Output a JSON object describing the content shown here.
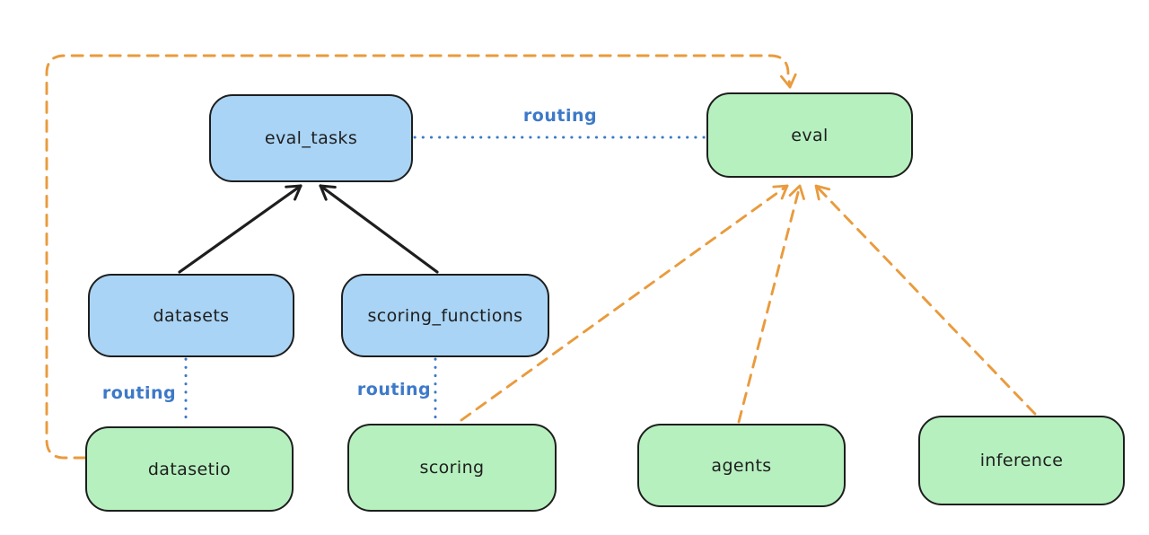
{
  "diagram": {
    "background": "#ffffff",
    "palette": {
      "box_stroke": "#1e1e1e",
      "blue_fill": "#a9d4f5",
      "green_fill": "#b6f0bf",
      "blue_edge": "#3d79c9",
      "orange_edge": "#e99b3d",
      "black_edge": "#1e1e1e"
    },
    "nodes": {
      "eval_tasks": {
        "label": "eval_tasks",
        "color": "blue"
      },
      "eval": {
        "label": "eval",
        "color": "green"
      },
      "datasets": {
        "label": "datasets",
        "color": "blue"
      },
      "scoring_functions": {
        "label": "scoring_functions",
        "color": "blue"
      },
      "datasetio": {
        "label": "datasetio",
        "color": "green"
      },
      "scoring": {
        "label": "scoring",
        "color": "green"
      },
      "agents": {
        "label": "agents",
        "color": "green"
      },
      "inference": {
        "label": "inference",
        "color": "green"
      }
    },
    "edge_labels": {
      "routing_eval_tasks_to_eval": "routing",
      "routing_datasets_to_datasetio": "routing",
      "routing_scoring_functions_to_scoring": "routing"
    },
    "edges": [
      {
        "from": "datasets",
        "to": "eval_tasks",
        "style": "solid",
        "color": "black",
        "arrowhead": "end"
      },
      {
        "from": "scoring_functions",
        "to": "eval_tasks",
        "style": "solid",
        "color": "black",
        "arrowhead": "end"
      },
      {
        "from": "eval_tasks",
        "to": "eval",
        "style": "dotted",
        "color": "blue",
        "label": "routing"
      },
      {
        "from": "datasets",
        "to": "datasetio",
        "style": "dotted",
        "color": "blue",
        "label": "routing"
      },
      {
        "from": "scoring_functions",
        "to": "scoring",
        "style": "dotted",
        "color": "blue",
        "label": "routing"
      },
      {
        "from": "scoring",
        "to": "eval",
        "style": "dashed",
        "color": "orange",
        "arrowhead": "end"
      },
      {
        "from": "agents",
        "to": "eval",
        "style": "dashed",
        "color": "orange",
        "arrowhead": "end"
      },
      {
        "from": "inference",
        "to": "eval",
        "style": "dashed",
        "color": "orange",
        "arrowhead": "end"
      },
      {
        "from": "datasetio",
        "to": "eval",
        "style": "dashed",
        "color": "orange",
        "arrowhead": "end",
        "route": "left-edge-then-top"
      }
    ]
  }
}
